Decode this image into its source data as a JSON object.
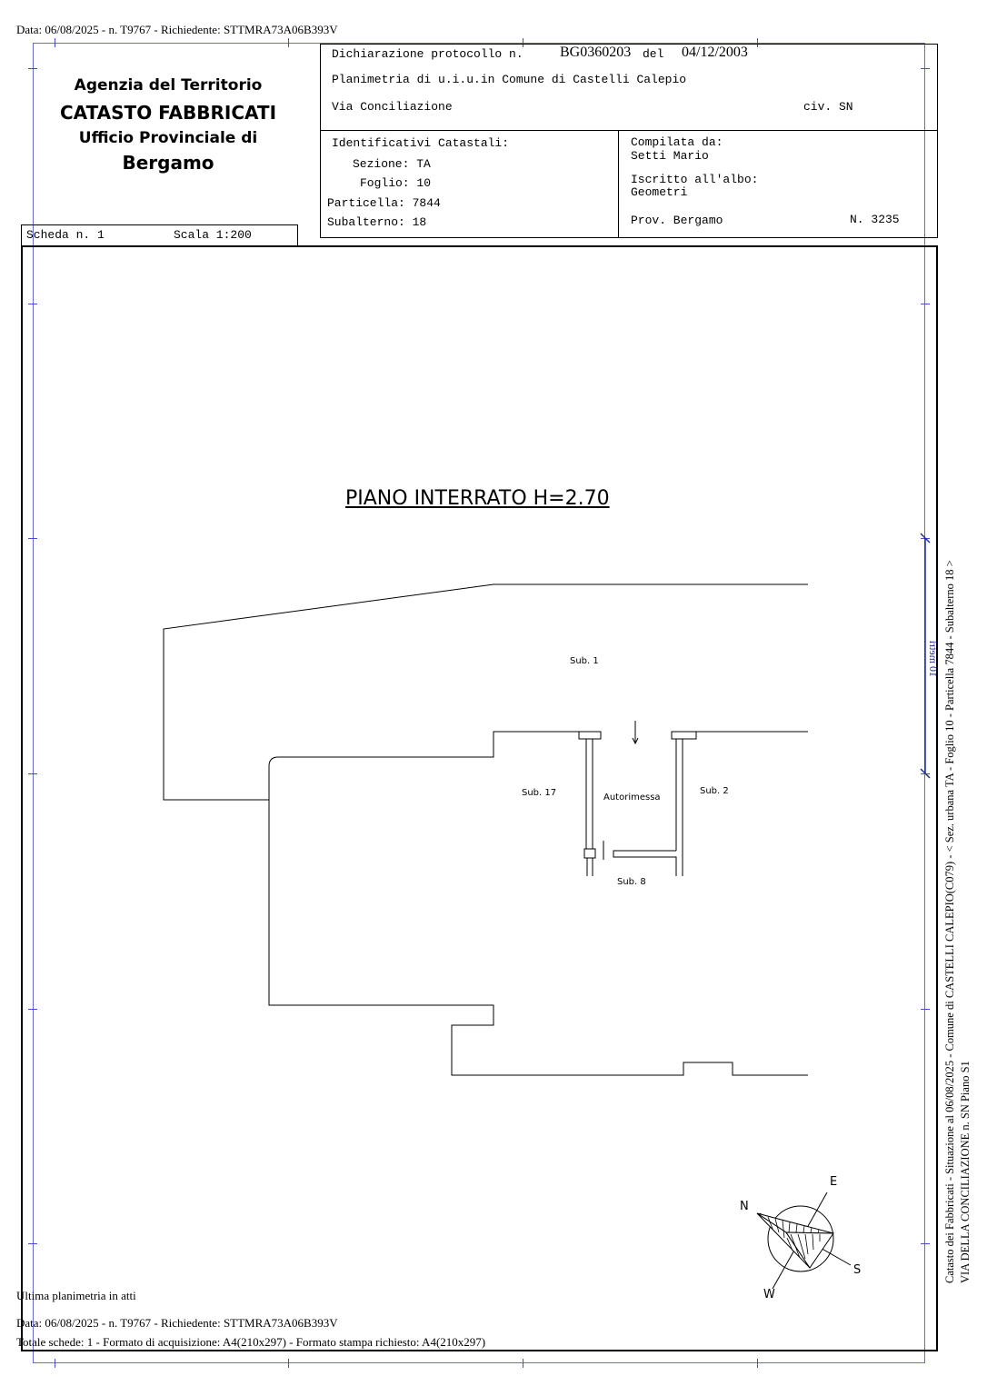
{
  "header_line": "Data: 06/08/2025 - n. T9767 - Richiedente: STTMRA73A06B393V",
  "agency": {
    "line1": "Agenzia del Territorio",
    "line2": "CATASTO FABBRICATI",
    "line3": "Ufficio Provinciale di",
    "line4": "Bergamo"
  },
  "declaration": {
    "label": "Dichiarazione protocollo n.",
    "number": "BG0360203",
    "del_label": "del",
    "date": "04/12/2003",
    "planimetria": "Planimetria di u.i.u.in Comune di Castelli Calepio",
    "via": "Via Conciliazione",
    "civ": "civ. SN"
  },
  "identifiers": {
    "title": "Identificativi Catastali:",
    "sezione": "Sezione: TA",
    "foglio": "Foglio: 10",
    "particella": "Particella: 7844",
    "subalterno": "Subalterno: 18"
  },
  "compiler": {
    "label": "Compilata da:",
    "name": "Setti Mario",
    "albo_label": "Iscritto all'albo:",
    "albo": "Geometri",
    "prov": "Prov. Bergamo",
    "num": "N.  3235"
  },
  "scheda": {
    "label": "Scheda n. 1",
    "scala": "Scala 1:200"
  },
  "plan": {
    "title": "PIANO INTERRATO H=2.70",
    "labels": {
      "sub1": "Sub. 1",
      "sub17": "Sub. 17",
      "autorimessa": "Autorimessa",
      "sub2": "Sub. 2",
      "sub8": "Sub. 8"
    },
    "scale_bar": "10 metri"
  },
  "compass": {
    "n": "N",
    "e": "E",
    "s": "S",
    "w": "W"
  },
  "side_text": {
    "line1": "Catasto dei Fabbricati - Situazione al 06/08/2025 - Comune di CASTELLI CALEPIO(C079) - < Sez. urbana TA - Foglio 10 - Particella  7844 - Subalterno 18 >",
    "line2": "VIA DELLA CONCILIAZIONE n. SN Piano S1"
  },
  "footer": {
    "ultima": "Ultima planimetria in atti",
    "data": "Data: 06/08/2025 - n. T9767 - Richiedente: STTMRA73A06B393V",
    "totale": "Totale schede: 1 - Formato di acquisizione: A4(210x297)  - Formato stampa richiesto: A4(210x297)"
  },
  "colors": {
    "frame_ticks": "#4a4acf",
    "scale_bar": "#1a2aa0",
    "ink": "#000000"
  }
}
